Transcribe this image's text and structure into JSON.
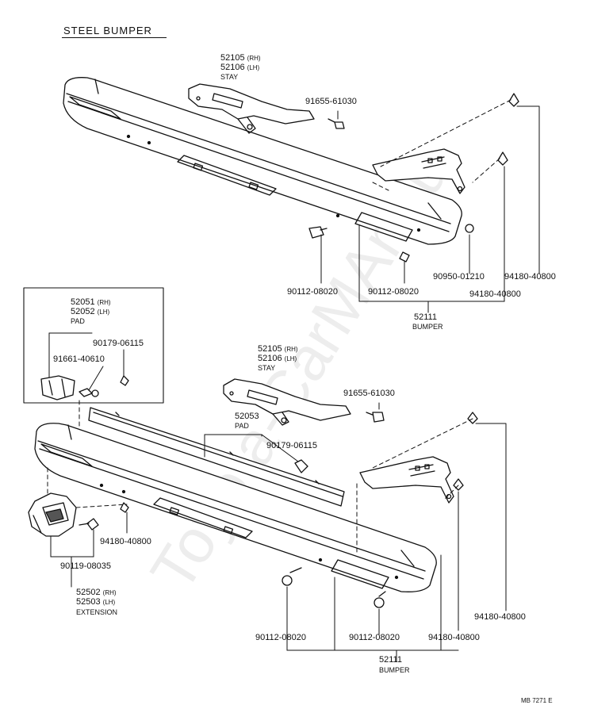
{
  "title": "STEEL BUMPER",
  "diagram_code": "MB 7271 E",
  "watermark": "Toyota-CarMAn.ru",
  "upper": {
    "stay_rh": "52105",
    "stay_lh": "52106",
    "rh_tag": "(RH)",
    "lh_tag": "(LH)",
    "stay_name": "STAY",
    "bolt": "91655-61030",
    "bolt_a": "90112-08020",
    "bolt_b": "90112-08020",
    "clip": "90950-01210",
    "nut_a": "94180-40800",
    "nut_b": "94180-40800",
    "bumper_no": "52111",
    "bumper_name": "BUMPER"
  },
  "inset": {
    "pad_rh": "52051",
    "pad_lh": "52052",
    "rh_tag": "(RH)",
    "lh_tag": "(LH)",
    "pad_name": "PAD",
    "clip": "90179-06115",
    "screw": "91661-40610"
  },
  "lower": {
    "stay_rh": "52105",
    "stay_lh": "52106",
    "rh_tag": "(RH)",
    "lh_tag": "(LH)",
    "stay_name": "STAY",
    "bolt": "91655-61030",
    "pad_no": "52053",
    "pad_name": "PAD",
    "pad_clip": "90179-06115",
    "nut_left": "94180-40800",
    "ext_bolt": "90119-08035",
    "ext_rh": "52502",
    "ext_lh": "52503",
    "ext_name": "EXTENSION",
    "nut_right": "94180-40800",
    "bolt_a": "90112-08020",
    "bolt_b": "90112-08020",
    "nut_c": "94180-40800",
    "bumper_no": "52111",
    "bumper_name": "BUMPER"
  }
}
